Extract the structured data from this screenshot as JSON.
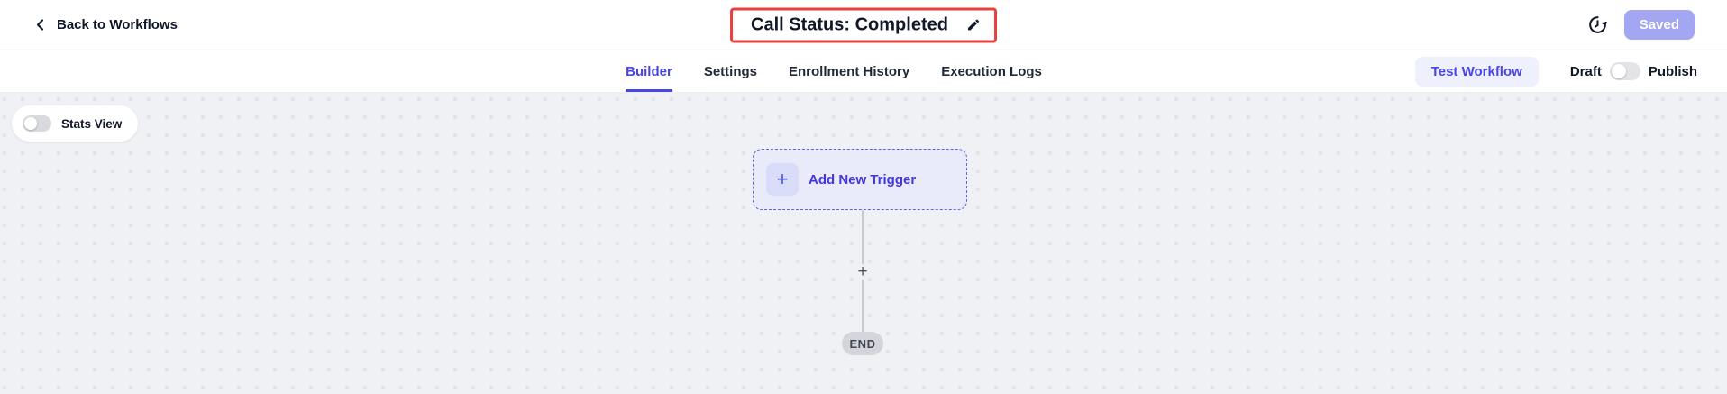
{
  "header": {
    "back_label": "Back to Workflows",
    "title": "Call Status: Completed",
    "saved_label": "Saved"
  },
  "tabs": {
    "builder": "Builder",
    "settings": "Settings",
    "enrollment_history": "Enrollment History",
    "execution_logs": "Execution Logs",
    "active_tab": "Builder"
  },
  "actions": {
    "test_workflow_label": "Test Workflow",
    "draft_label": "Draft",
    "publish_label": "Publish",
    "publish_toggle_state": "off"
  },
  "canvas": {
    "stats_view_label": "Stats View",
    "stats_toggle_state": "off",
    "trigger_plus": "+",
    "trigger_label": "Add New Trigger",
    "connector_plus": "+",
    "end_label": "END"
  },
  "icons": {
    "back": "chevron-left-icon",
    "edit": "pencil-icon",
    "history": "clock-history-icon"
  },
  "colors": {
    "accent": "#4845E4",
    "accent_light_bg": "#EEF0FE",
    "saved_button_bg": "#A3A7F2",
    "highlight_border": "#E8403D",
    "trigger_border": "#5F63F2",
    "trigger_bg": "#E9EBFB",
    "canvas_bg": "#F0F1F4",
    "canvas_dot": "#E3E4E8",
    "connector_line": "#C8CAD0",
    "end_pill_bg": "#D3D5DA"
  }
}
